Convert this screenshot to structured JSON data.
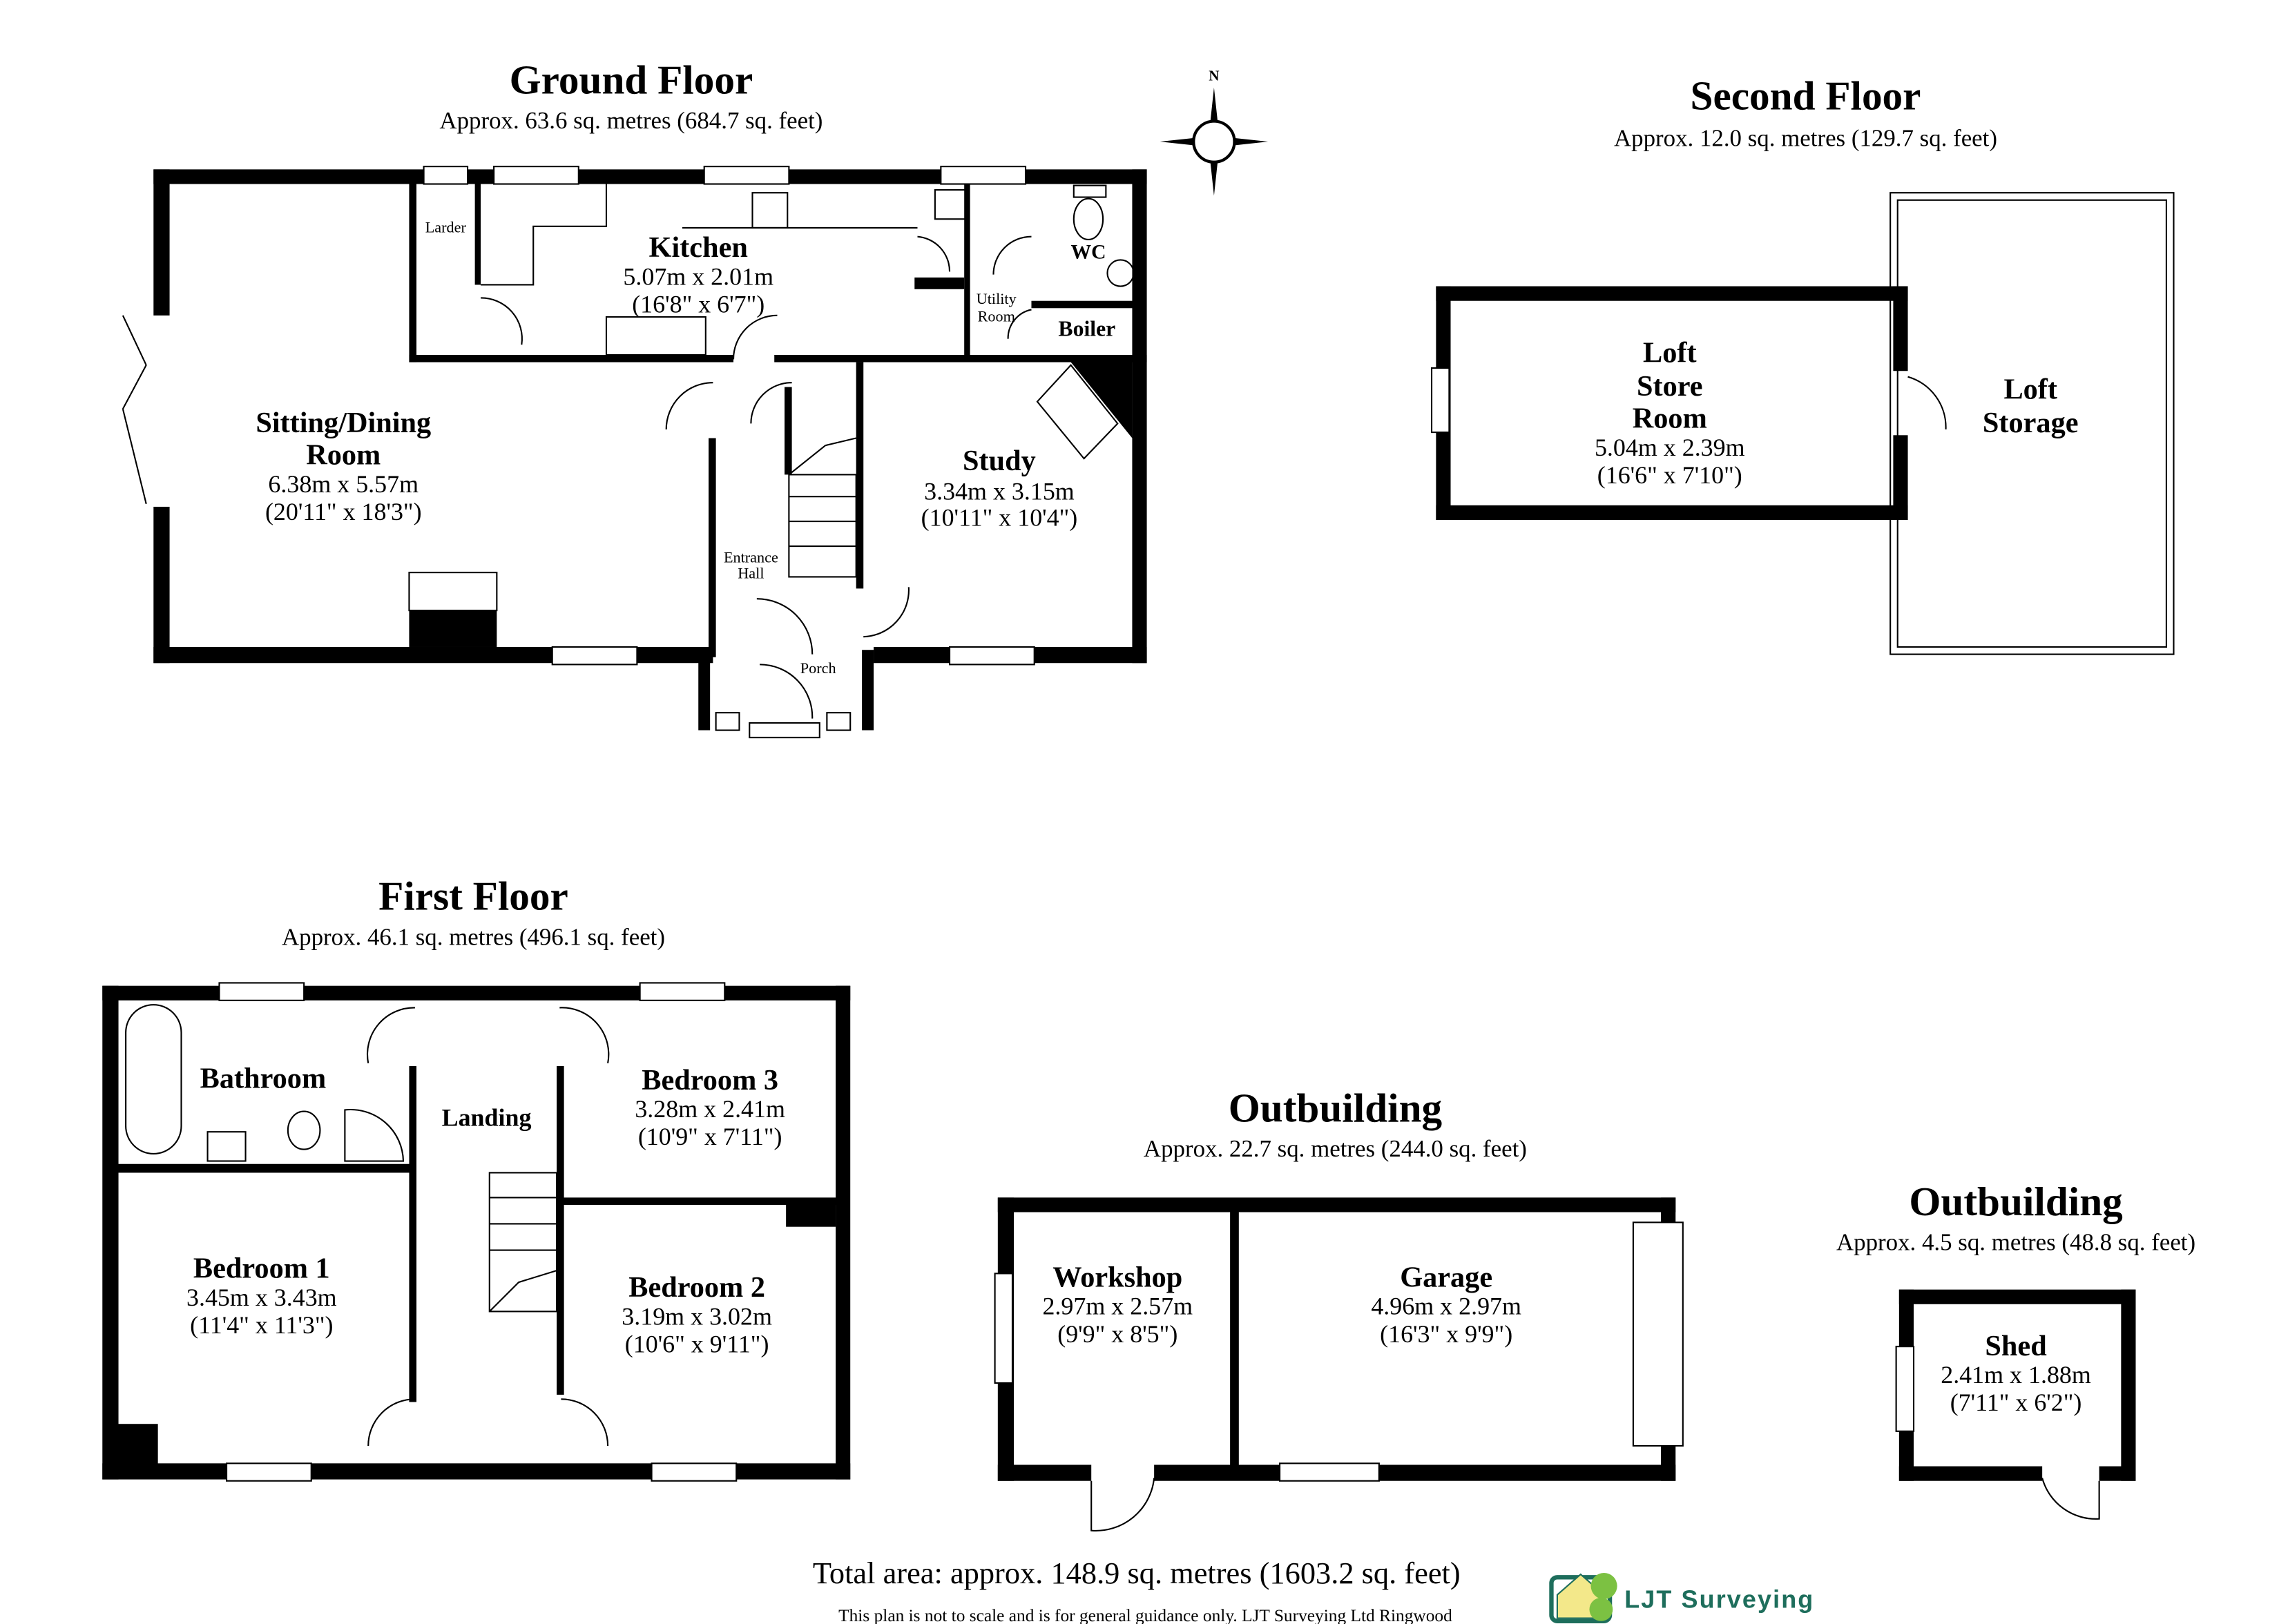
{
  "ground_floor": {
    "title": "Ground Floor",
    "area": "Approx. 63.6 sq. metres (684.7 sq. feet)",
    "rooms": {
      "sitting": {
        "name1": "Sitting/Dining",
        "name2": "Room",
        "metric": "6.38m x 5.57m",
        "imperial": "(20'11\" x 18'3\")"
      },
      "kitchen": {
        "name": "Kitchen",
        "metric": "5.07m x 2.01m",
        "imperial": "(16'8\" x 6'7\")"
      },
      "study": {
        "name": "Study",
        "metric": "3.34m x 3.15m",
        "imperial": "(10'11\" x 10'4\")"
      },
      "larder": "Larder",
      "wc": "WC",
      "utility1": "Utility",
      "utility2": "Room",
      "boiler": "Boiler",
      "hall1": "Entrance",
      "hall2": "Hall",
      "porch": "Porch"
    }
  },
  "second_floor": {
    "title": "Second Floor",
    "area": "Approx. 12.0 sq. metres (129.7 sq. feet)",
    "rooms": {
      "loft_store": {
        "name1": "Loft",
        "name2": "Store",
        "name3": "Room",
        "metric": "5.04m x 2.39m",
        "imperial": "(16'6\" x 7'10\")"
      },
      "loft_storage": {
        "name1": "Loft",
        "name2": "Storage"
      }
    }
  },
  "first_floor": {
    "title": "First Floor",
    "area": "Approx. 46.1 sq. metres (496.1 sq. feet)",
    "rooms": {
      "bathroom": "Bathroom",
      "landing": "Landing",
      "bedroom3": {
        "name": "Bedroom 3",
        "metric": "3.28m x 2.41m",
        "imperial": "(10'9\" x 7'11\")"
      },
      "bedroom1": {
        "name": "Bedroom 1",
        "metric": "3.45m x 3.43m",
        "imperial": "(11'4\" x 11'3\")"
      },
      "bedroom2": {
        "name": "Bedroom 2",
        "metric": "3.19m x 3.02m",
        "imperial": "(10'6\" x 9'11\")"
      }
    }
  },
  "outbuilding": {
    "title": "Outbuilding",
    "area": "Approx. 22.7 sq. metres (244.0 sq. feet)",
    "rooms": {
      "workshop": {
        "name": "Workshop",
        "metric": "2.97m x 2.57m",
        "imperial": "(9'9\" x 8'5\")"
      },
      "garage": {
        "name": "Garage",
        "metric": "4.96m x 2.97m",
        "imperial": "(16'3\" x 9'9\")"
      }
    }
  },
  "outbuilding_shed": {
    "title": "Outbuilding",
    "area": "Approx. 4.5 sq. metres (48.8 sq. feet)",
    "rooms": {
      "shed": {
        "name": "Shed",
        "metric": "2.41m x 1.88m",
        "imperial": "(7'11\" x 6'2\")"
      }
    }
  },
  "compass": {
    "north_label": "N"
  },
  "footer": {
    "total": "Total area: approx. 148.9 sq. metres (1603.2 sq. feet)",
    "disclaimer": "This plan is not to scale and is for general guidance only. LJT Surveying Ltd Ringwood",
    "logo_text": "LJT Surveying"
  },
  "colors": {
    "logo_green": "#1e6e5c",
    "tree_green": "#7cc142",
    "house_yellow": "#f3e88a"
  }
}
